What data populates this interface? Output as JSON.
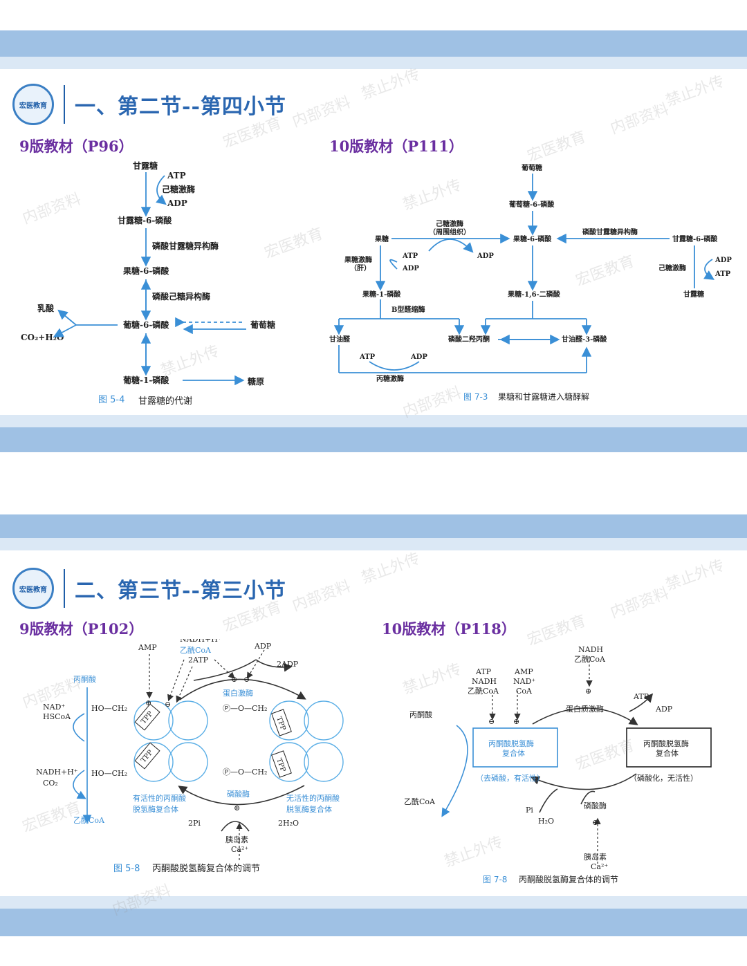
{
  "watermark": {
    "brand": "宏医教育",
    "internal": "内部资料",
    "noshare": "禁止外传"
  },
  "logo_text": "宏医教育",
  "slide1": {
    "title": "一、第二节--第四小节",
    "left_edition": "9版教材（P96）",
    "right_edition": "10版教材（P111）",
    "fig_a": {
      "caption_num": "图 5-4",
      "caption_text": "甘露糖的代谢",
      "mannose": "甘露糖",
      "atp": "ATP",
      "hexokinase": "己糖激酶",
      "adp": "ADP",
      "m6p": "甘露糖-6-磷酸",
      "pmi": "磷酸甘露糖异构酶",
      "f6p": "果糖-6-磷酸",
      "pgi": "磷酸己糖异构酶",
      "lactate": "乳酸",
      "co2h2o": "CO₂+H₂O",
      "g6p": "葡糖-6-磷酸",
      "glucose": "葡萄糖",
      "g1p": "葡糖-1-磷酸",
      "glycogen": "糖原"
    },
    "fig_b": {
      "caption_num": "图 7-3",
      "caption_text": "果糖和甘露糖进入糖酵解",
      "glucose": "葡萄糖",
      "g6p": "葡萄糖-6-磷酸",
      "hk": "己糖激酶",
      "hk_note": "（周围组织）",
      "fructose": "果糖",
      "atp": "ATP",
      "adp": "ADP",
      "f6p": "果糖-6-磷酸",
      "pmi": "磷酸甘露糖异构酶",
      "m6p": "甘露糖-6-磷酸",
      "fk": "果糖激酶",
      "fk_note": "（肝）",
      "f1p": "果糖-1-磷酸",
      "fbp": "果糖-1,6-二磷酸",
      "aldob": "B型醛缩酶",
      "glyceraldehyde": "甘油醛",
      "dhap": "磷酸二羟丙酮",
      "g3p": "甘油醛-3-磷酸",
      "triokinase": "丙糖激酶",
      "mannose": "甘露糖"
    }
  },
  "slide2": {
    "title": "二、第三节--第三小节",
    "left_edition": "9版教材（P102）",
    "right_edition": "10版教材（P118）",
    "fig_a": {
      "caption_num": "图 5-8",
      "caption_text": "丙酮酸脱氢酶复合体的调节",
      "pyruvate": "丙酮酸",
      "amp": "AMP",
      "nadh_h": "NADH+H⁺",
      "acetylcoa": "乙酰CoA",
      "two_atp": "2ATP",
      "nad": "NAD⁺",
      "adp": "ADP",
      "two_adp": "2ADP",
      "protein_kinase": "蛋白激酶",
      "hscoa": "HSCoA",
      "co2": "CO₂",
      "ho_ch2": "HO—CH₂",
      "p_o_ch2": "Ⓟ—O—CH₂",
      "tpp": "TPP",
      "phosphatase": "磷酸酶",
      "active": "有活性的丙酮酸\n脱氢酶复合体",
      "active_l1": "有活性的丙酮酸",
      "active_l2": "脱氢酶复合体",
      "inactive_l1": "无活性的丙酮酸",
      "inactive_l2": "脱氢酶复合体",
      "two_pi": "2Pi",
      "two_h2o": "2H₂O",
      "insulin": "胰岛素",
      "ca": "Ca²⁺",
      "plus": "⊕",
      "minus": "⊖"
    },
    "fig_b": {
      "caption_num": "图 7-8",
      "caption_text": "丙酮酸脱氢酶复合体的调节",
      "nadh": "NADH",
      "acetylcoa": "乙酰CoA",
      "atp": "ATP",
      "amp": "AMP",
      "nad": "NAD⁺",
      "coa": "CoA",
      "protein_kinase": "蛋白质激酶",
      "adp": "ADP",
      "pyruvate": "丙酮酸",
      "pdc_l1": "丙酮酸脱氢酶",
      "pdc_l2": "复合体",
      "dephos": "（去磷酸，有活性）",
      "phos": "（磷酸化，无活性）",
      "pi": "Pi",
      "h2o": "H₂O",
      "phosphatase": "磷酸酶",
      "insulin": "胰岛素",
      "ca": "Ca²⁺",
      "plus": "⊕",
      "minus": "⊖"
    }
  }
}
